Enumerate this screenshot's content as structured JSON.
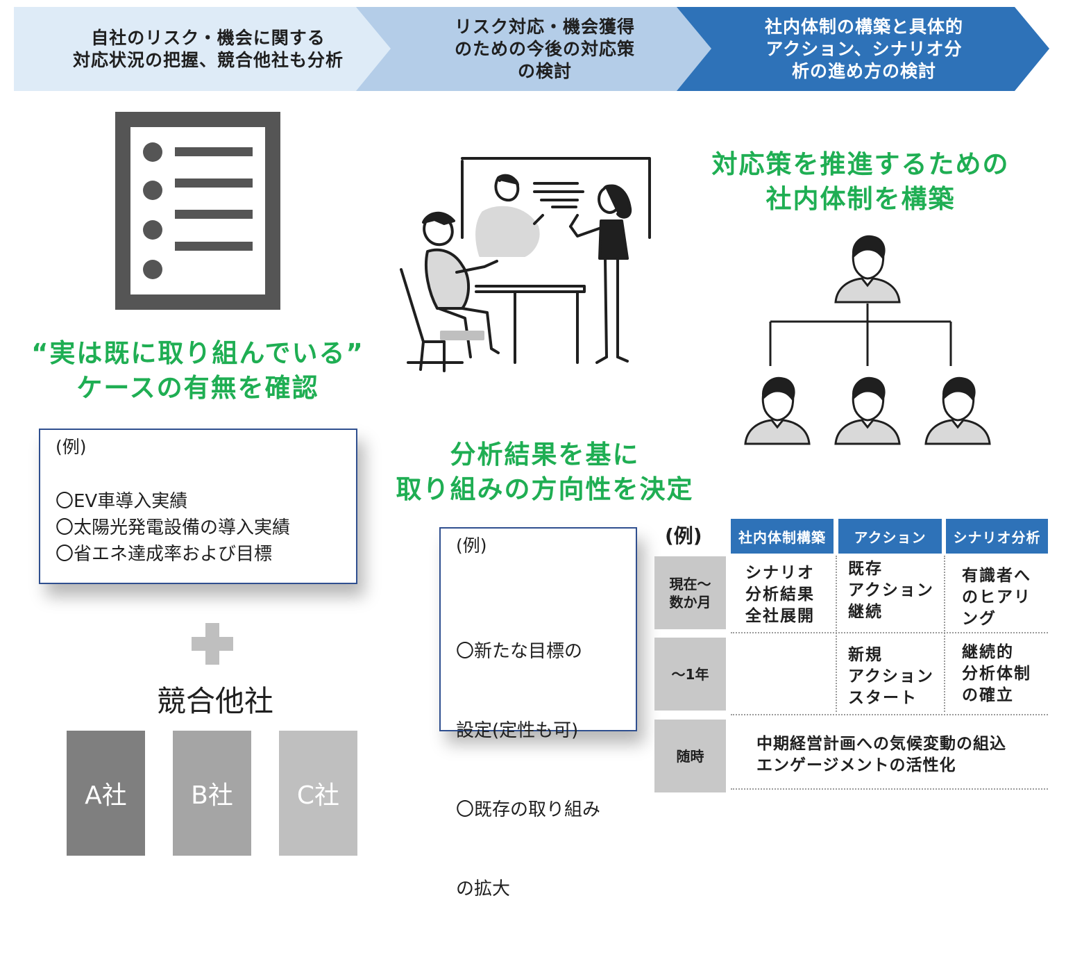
{
  "steps": [
    {
      "lines": [
        "自社のリスク・機会に関する",
        "対応状況の把握、競合他社も分析"
      ],
      "color": "#deebf7",
      "text_color": "#1f1f1f"
    },
    {
      "lines": [
        "リスク対応・機会獲得",
        "のための今後の対応策",
        "の検討"
      ],
      "color": "#b4cde8",
      "text_color": "#1f1f1f"
    },
    {
      "lines": [
        "社内体制の構築と具体的",
        "アクション、シナリオ分",
        "析の進め方の検討"
      ],
      "color": "#2e72b8",
      "text_color": "#ffffff"
    }
  ],
  "left": {
    "heading": [
      "“実は既に取り組んでいる”",
      "ケースの有無を確認"
    ],
    "example_label": "(例)",
    "items": [
      "〇EV車導入実績",
      "〇太陽光発電設備の導入実績",
      "〇省エネ達成率および目標"
    ],
    "plus": "+",
    "competitor_title": "競合他社",
    "competitors": [
      {
        "label": "A社",
        "color": "#7f7f7f"
      },
      {
        "label": "B社",
        "color": "#a5a5a5"
      },
      {
        "label": "C社",
        "color": "#bfbfbf"
      }
    ]
  },
  "middle": {
    "heading": [
      "分析結果を基に",
      "取り組みの方向性を決定"
    ],
    "example_label": "(例)",
    "items": [
      "〇新たな目標の",
      "  設定(定性も可)",
      "〇既存の取り組み",
      "  の拡大"
    ]
  },
  "right": {
    "heading": [
      "対応策を推進するための",
      "社内体制を構築"
    ],
    "example_label": "(例)",
    "columns": [
      "社内体制構築",
      "アクション",
      "シナリオ分析"
    ],
    "rows": [
      {
        "label": [
          "現在～",
          "数か月"
        ],
        "cells": [
          [
            "シナリオ",
            "分析結果",
            "全社展開"
          ],
          [
            "既存",
            "アクション",
            "継続"
          ],
          [
            "有識者へ",
            "のヒアリ",
            "ング"
          ]
        ]
      },
      {
        "label": [
          "～1年"
        ],
        "cells": [
          [],
          [
            "新規",
            "アクション",
            "スタート"
          ],
          [
            "継続的",
            "分析体制",
            "の確立"
          ]
        ]
      },
      {
        "label": [
          "随時"
        ],
        "merged": [
          "中期経営計画への気候変動の組込",
          "エンゲージメントの活性化"
        ]
      }
    ]
  },
  "colors": {
    "accent_green": "#1fae53",
    "header_blue": "#2e72b8",
    "box_border": "#2f4f8f",
    "row_header_gray": "#c8c8c8"
  }
}
